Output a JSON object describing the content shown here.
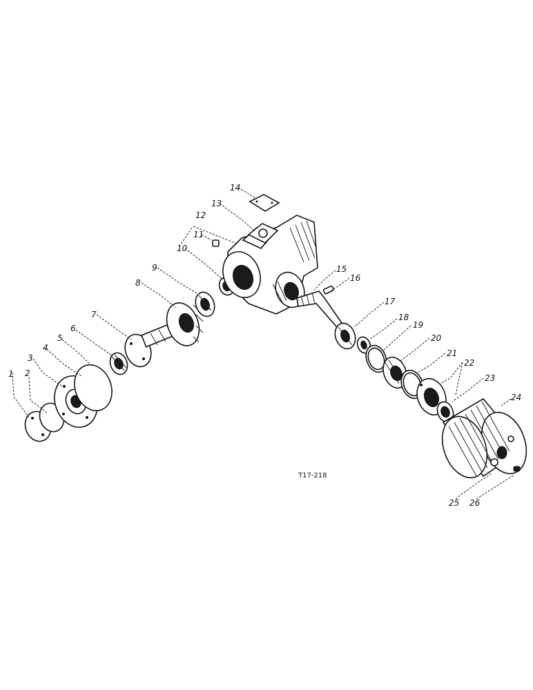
{
  "reference_code": "T17-218",
  "callouts": [
    {
      "id": "c1",
      "text": "1"
    },
    {
      "id": "c2",
      "text": "2"
    },
    {
      "id": "c3",
      "text": "3"
    },
    {
      "id": "c4",
      "text": "4"
    },
    {
      "id": "c5",
      "text": "5"
    },
    {
      "id": "c6",
      "text": "6"
    },
    {
      "id": "c7",
      "text": "7"
    },
    {
      "id": "c8",
      "text": "8"
    },
    {
      "id": "c9",
      "text": "9"
    },
    {
      "id": "c10",
      "text": "10"
    },
    {
      "id": "c11",
      "text": "11"
    },
    {
      "id": "c12",
      "text": "12"
    },
    {
      "id": "c13",
      "text": "13"
    },
    {
      "id": "c14",
      "text": "14"
    },
    {
      "id": "c15",
      "text": "15"
    },
    {
      "id": "c16",
      "text": "16"
    },
    {
      "id": "c17",
      "text": "17"
    },
    {
      "id": "c18",
      "text": "18"
    },
    {
      "id": "c19",
      "text": "19"
    },
    {
      "id": "c20",
      "text": "20"
    },
    {
      "id": "c21",
      "text": "21"
    },
    {
      "id": "c22",
      "text": "22"
    },
    {
      "id": "c23",
      "text": "23"
    },
    {
      "id": "c24",
      "text": "24"
    },
    {
      "id": "c25",
      "text": "25"
    },
    {
      "id": "c26",
      "text": "26"
    }
  ]
}
